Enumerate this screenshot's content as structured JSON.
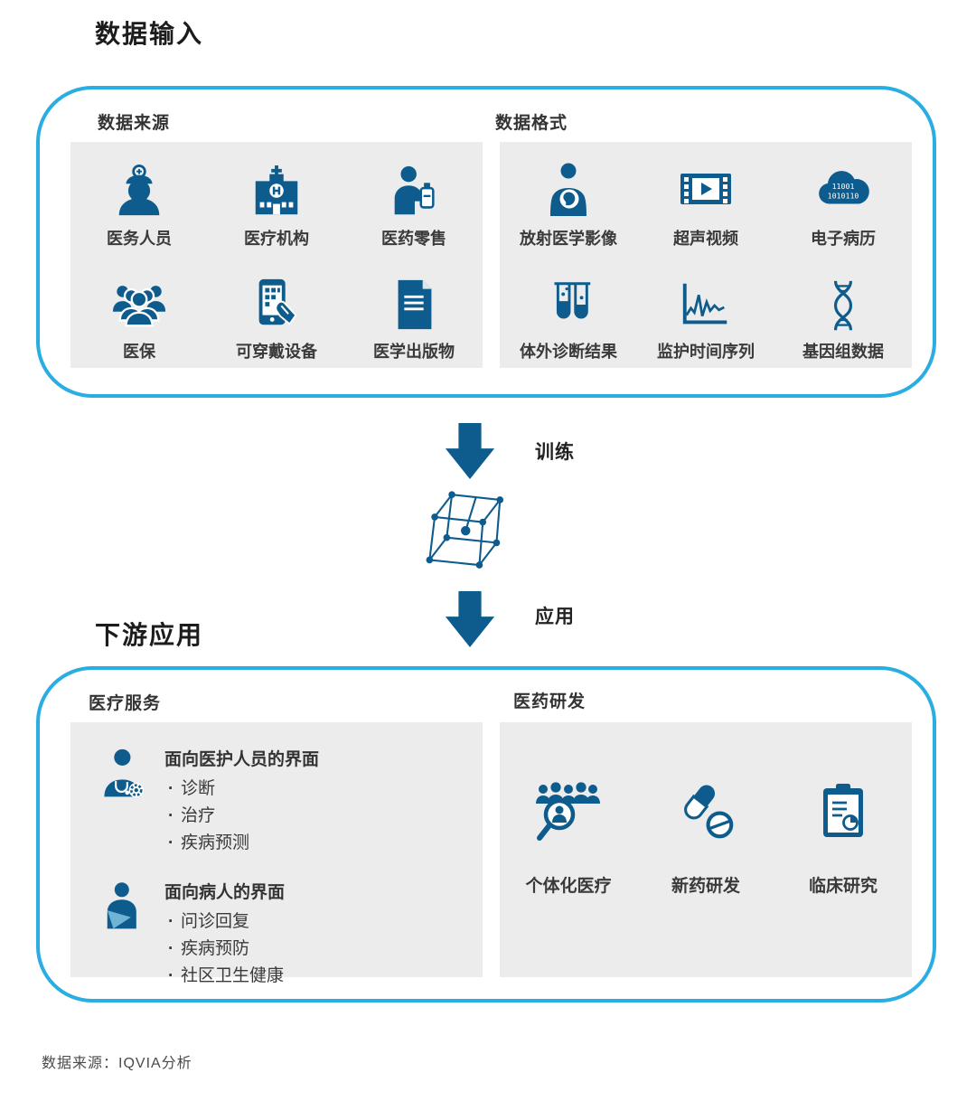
{
  "page": {
    "title_top": "数据输入",
    "title_bottom": "下游应用",
    "footer": "数据来源：IQVIA分析"
  },
  "colors": {
    "accent": "#0d5c8d",
    "border": "#29ade3",
    "panel": "#ececec"
  },
  "input_box": {
    "sources": {
      "label": "数据来源",
      "items": [
        {
          "label": "医务人员",
          "icon": "nurse-icon"
        },
        {
          "label": "医疗机构",
          "icon": "hospital-icon"
        },
        {
          "label": "医药零售",
          "icon": "pharmacy-retail-icon"
        },
        {
          "label": "医保",
          "icon": "insurance-people-icon"
        },
        {
          "label": "可穿戴设备",
          "icon": "wearable-device-icon"
        },
        {
          "label": "医学出版物",
          "icon": "publication-icon"
        }
      ]
    },
    "formats": {
      "label": "数据格式",
      "items": [
        {
          "label": "放射医学影像",
          "icon": "radiology-imaging-icon"
        },
        {
          "label": "超声视频",
          "icon": "ultrasound-video-icon"
        },
        {
          "label": "电子病历",
          "icon": "emr-cloud-icon"
        },
        {
          "label": "体外诊断结果",
          "icon": "ivd-test-tubes-icon"
        },
        {
          "label": "监护时间序列",
          "icon": "monitoring-chart-icon"
        },
        {
          "label": "基因组数据",
          "icon": "genome-dna-icon"
        }
      ]
    }
  },
  "flow": {
    "train_label": "训练",
    "apply_label": "应用",
    "model_icon": "ai-model-cube-icon"
  },
  "downstream_box": {
    "services": {
      "label": "医疗服务",
      "groups": [
        {
          "icon": "doctor-icon",
          "title": "面向医护人员的界面",
          "bullets": [
            "诊断",
            "治疗",
            "疾病预测"
          ]
        },
        {
          "icon": "patient-icon",
          "title": "面向病人的界面",
          "bullets": [
            "问诊回复",
            "疾病预防",
            "社区卫生健康"
          ]
        }
      ]
    },
    "rnd": {
      "label": "医药研发",
      "items": [
        {
          "label": "个体化医疗",
          "icon": "personalized-medicine-icon"
        },
        {
          "label": "新药研发",
          "icon": "drug-discovery-icon"
        },
        {
          "label": "临床研究",
          "icon": "clinical-research-icon"
        }
      ]
    }
  }
}
